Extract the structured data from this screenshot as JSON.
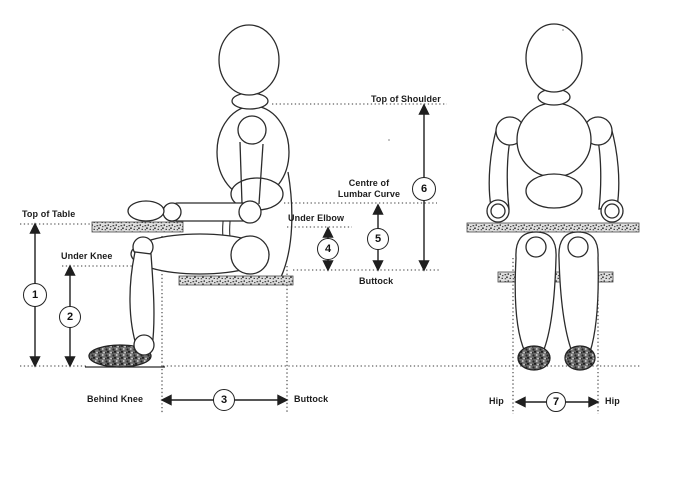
{
  "labels": {
    "top_of_table": "Top of Table",
    "under_knee": "Under Knee",
    "behind_knee": "Behind Knee",
    "buttock_bottom": "Buttock",
    "under_elbow": "Under Elbow",
    "centre_of": "Centre of",
    "lumbar_curve": "Lumbar Curve",
    "buttock_right": "Buttock",
    "top_of_shoulder": "Top of Shoulder",
    "hip_left": "Hip",
    "hip_right": "Hip"
  },
  "callouts": {
    "n1": "1",
    "n2": "2",
    "n3": "3",
    "n4": "4",
    "n5": "5",
    "n6": "6",
    "n7": "7"
  },
  "colors": {
    "ink": "#2b2b2b",
    "text": "#1c1c1c",
    "hatch_base": "#dedede",
    "background": "#ffffff"
  }
}
